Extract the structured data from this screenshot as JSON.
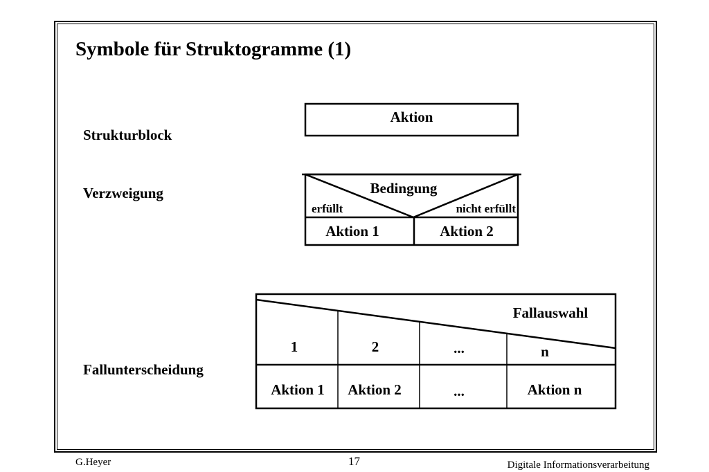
{
  "slide": {
    "title": "Symbole für Struktogramme (1)"
  },
  "strukturblock": {
    "label": "Strukturblock",
    "action": "Aktion"
  },
  "verzweigung": {
    "label": "Verzweigung",
    "condition": "Bedingung",
    "true_label": "erfüllt",
    "false_label": "nicht erfüllt",
    "action_true": "Aktion 1",
    "action_false": "Aktion 2"
  },
  "fallunterscheidung": {
    "label": "Fallunterscheidung",
    "selector": "Fallauswahl",
    "cases": [
      "1",
      "2",
      "...",
      "n"
    ],
    "actions": [
      "Aktion 1",
      "Aktion 2",
      "...",
      "Aktion n"
    ]
  },
  "footer": {
    "author": "G.Heyer",
    "page": "17",
    "course": "Digitale Informationsverarbeitung"
  }
}
